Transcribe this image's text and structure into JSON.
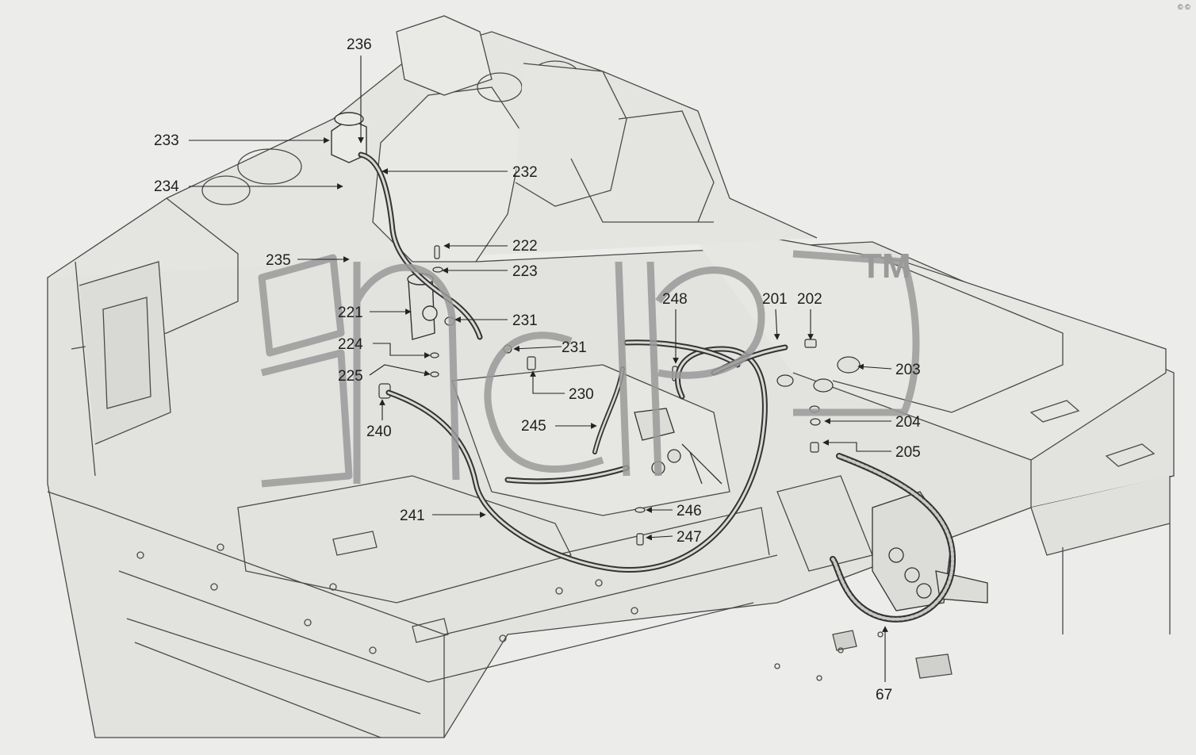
{
  "diagram": {
    "corner_mark": "© ©",
    "watermark": {
      "logo": "3nclp",
      "trademark": "TM"
    },
    "callouts": [
      {
        "id": "c236",
        "label": "236"
      },
      {
        "id": "c233",
        "label": "233"
      },
      {
        "id": "c232",
        "label": "232"
      },
      {
        "id": "c234",
        "label": "234"
      },
      {
        "id": "c222",
        "label": "222"
      },
      {
        "id": "c235",
        "label": "235"
      },
      {
        "id": "c223",
        "label": "223"
      },
      {
        "id": "c248",
        "label": "248"
      },
      {
        "id": "c201",
        "label": "201"
      },
      {
        "id": "c202",
        "label": "202"
      },
      {
        "id": "c221",
        "label": "221"
      },
      {
        "id": "c231a",
        "label": "231"
      },
      {
        "id": "c224",
        "label": "224"
      },
      {
        "id": "c231b",
        "label": "231"
      },
      {
        "id": "c203",
        "label": "203"
      },
      {
        "id": "c225",
        "label": "225"
      },
      {
        "id": "c230",
        "label": "230"
      },
      {
        "id": "c204",
        "label": "204"
      },
      {
        "id": "c240",
        "label": "240"
      },
      {
        "id": "c245",
        "label": "245"
      },
      {
        "id": "c205",
        "label": "205"
      },
      {
        "id": "c246",
        "label": "246"
      },
      {
        "id": "c241",
        "label": "241"
      },
      {
        "id": "c247",
        "label": "247"
      },
      {
        "id": "c67",
        "label": "67"
      }
    ]
  }
}
